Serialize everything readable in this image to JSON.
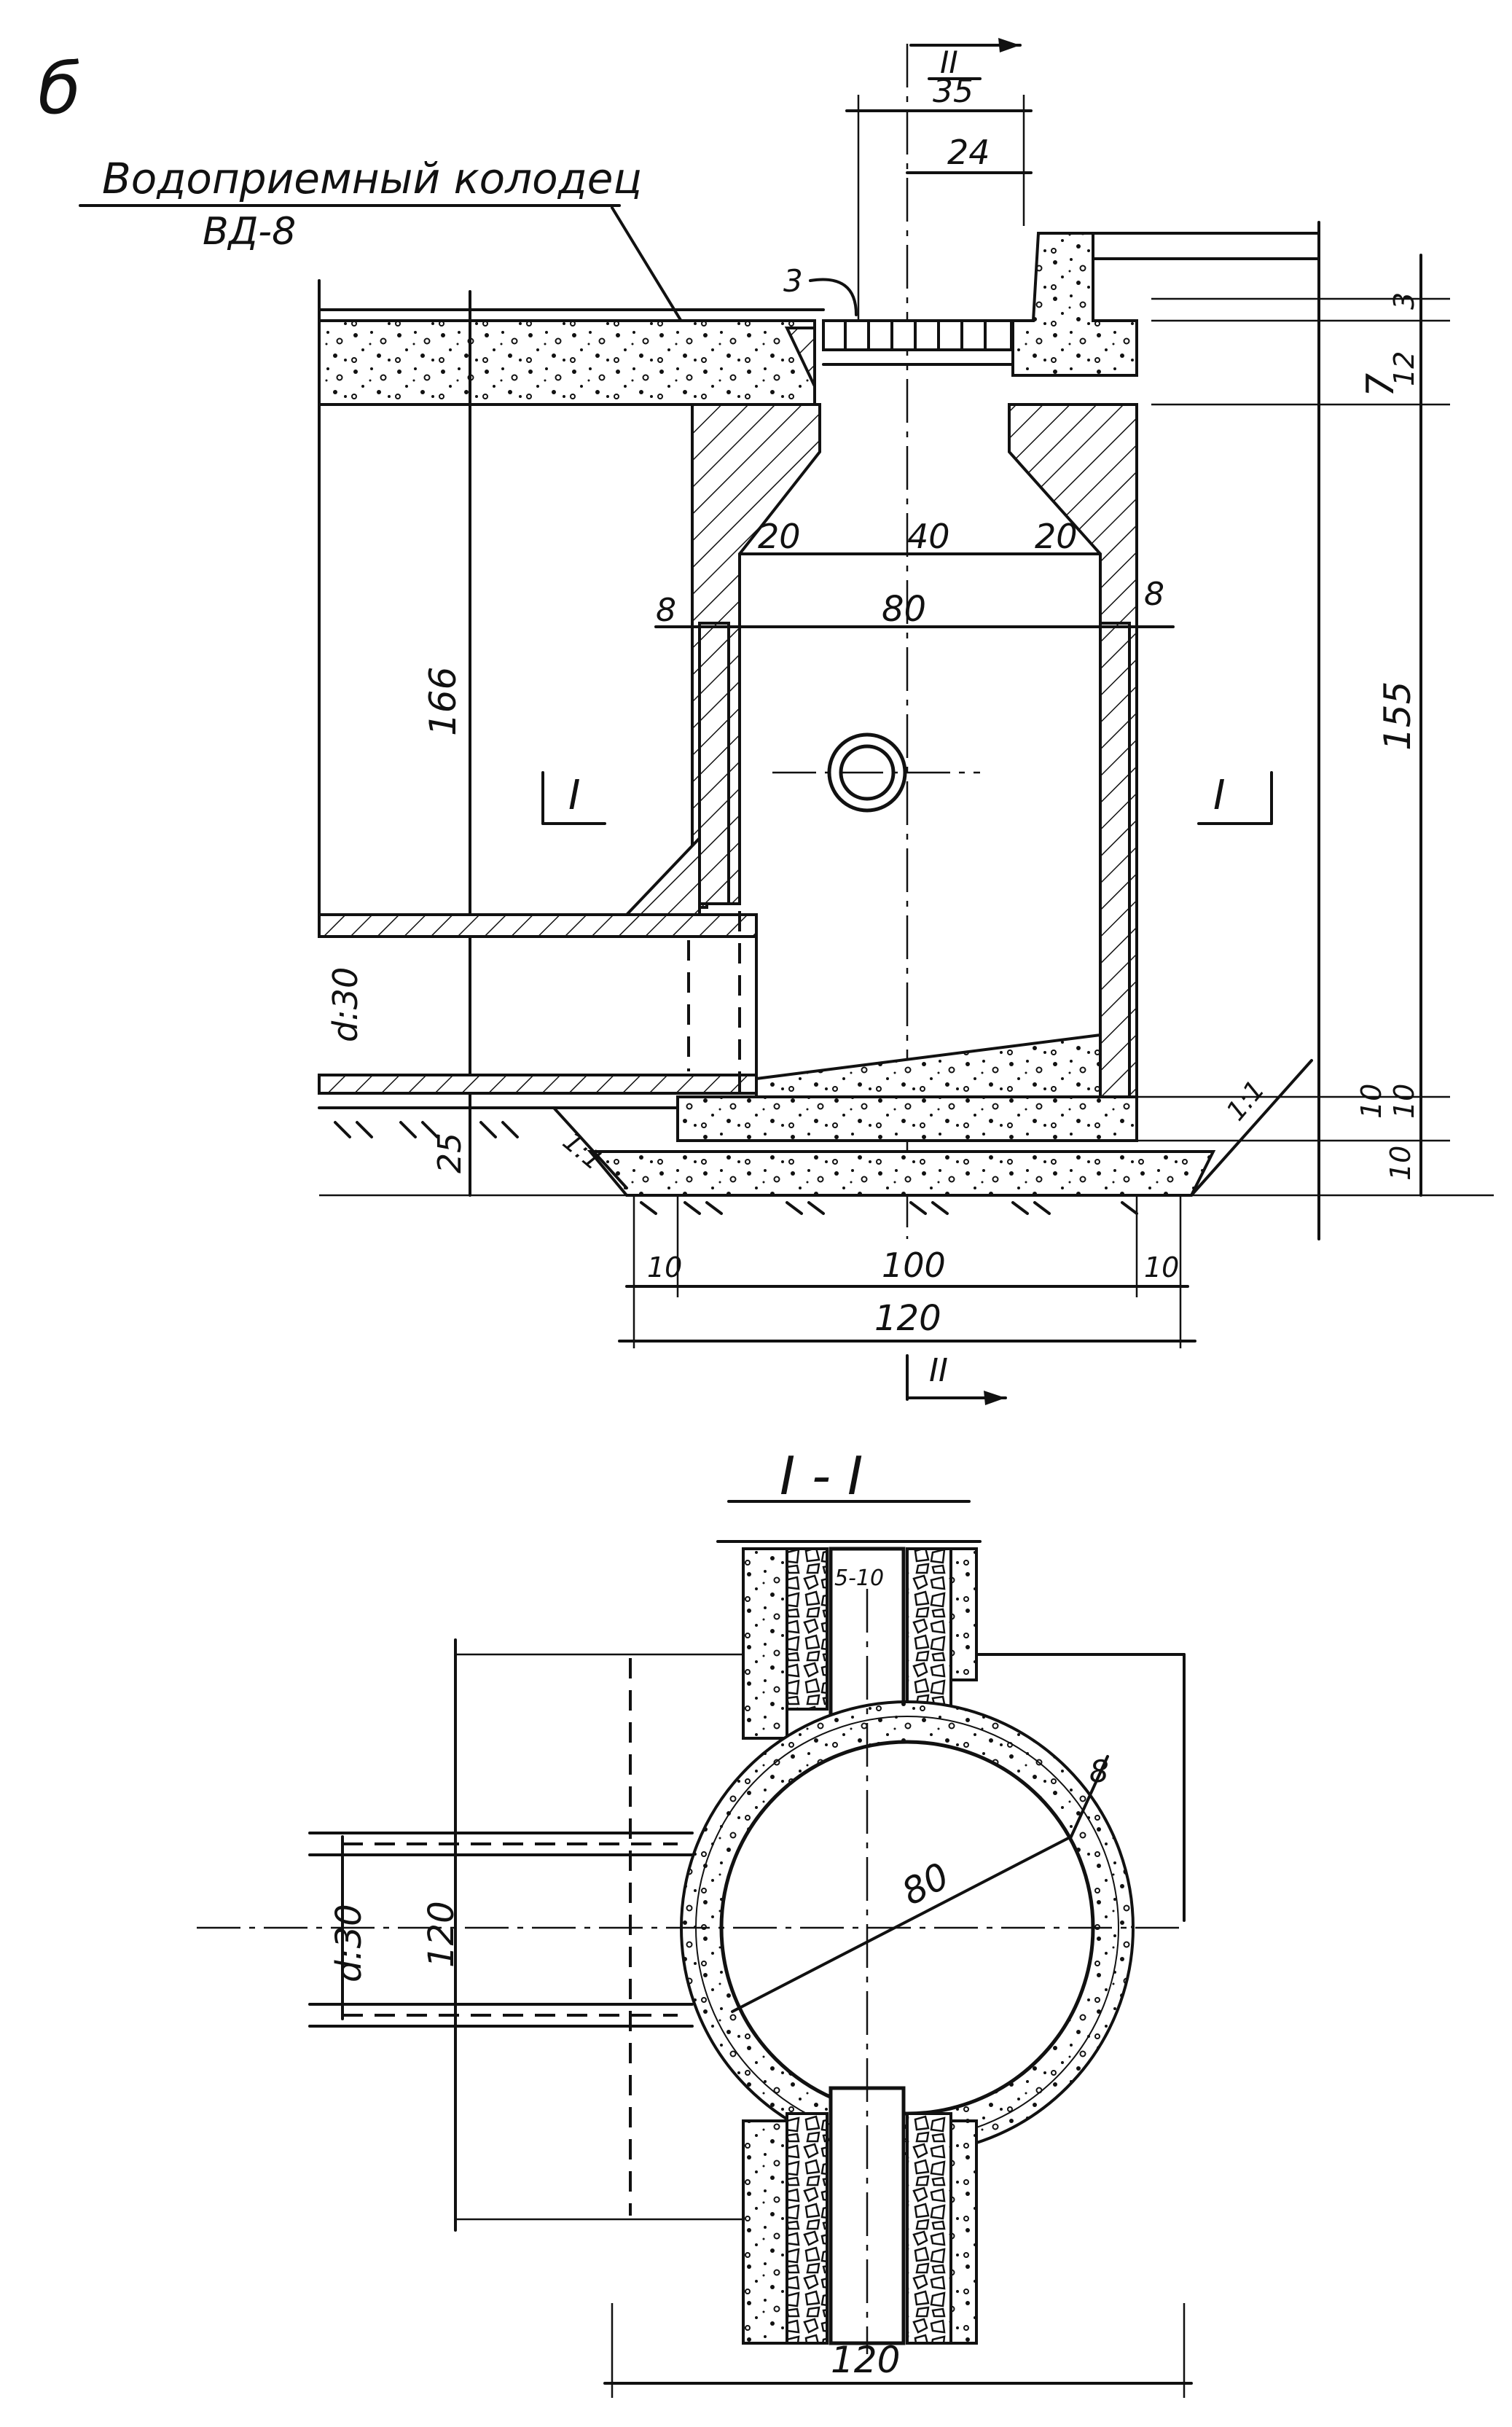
{
  "sheet_letter": "б",
  "title_line1": "Водоприемный колодец",
  "title_line2": "ВД-8",
  "section_marks": {
    "section_II_top": "II",
    "section_II_top_dim": "35",
    "section_II_bottom": "II",
    "section_I_left": "I",
    "section_I_right": "I"
  },
  "elevation_dims": {
    "top_24": "24",
    "grate_3": "3",
    "right_3": "3",
    "right_12": "12",
    "right_7": "7",
    "inner_20_left": "20",
    "inner_40": "40",
    "inner_20_right": "20",
    "inner_80": "80",
    "wall_8_left": "8",
    "wall_8_right": "8",
    "height_166": "166",
    "height_155": "155",
    "pipe_d30": "d:30",
    "base_25": "25",
    "base_10_right_a": "10",
    "base_10_right_b": "10",
    "base_10_right_c": "10",
    "slope_left": "1:1",
    "slope_right": "1:1",
    "bottom_10_left": "10",
    "bottom_100": "100",
    "bottom_10_right": "10",
    "bottom_120": "120"
  },
  "plan_section": {
    "title": "I - I",
    "dim_80": "80",
    "dim_8": "8",
    "dim_120_vertical": "120",
    "pipe_d30": "d:30",
    "dim_120_bottom": "120",
    "pipe_note": "5-10"
  }
}
